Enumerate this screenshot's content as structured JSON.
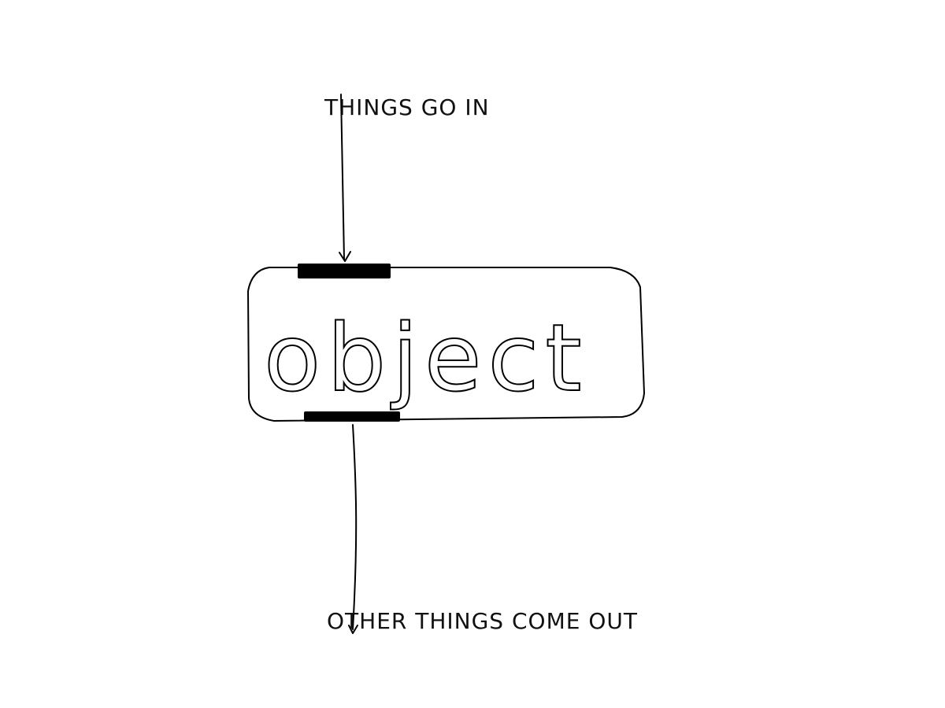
{
  "diagram": {
    "input_label": "THINGS GO IN",
    "object_label": "object",
    "output_label": "OTHER THINGS COME OUT"
  },
  "colors": {
    "ink": "#000000",
    "background": "#ffffff"
  }
}
